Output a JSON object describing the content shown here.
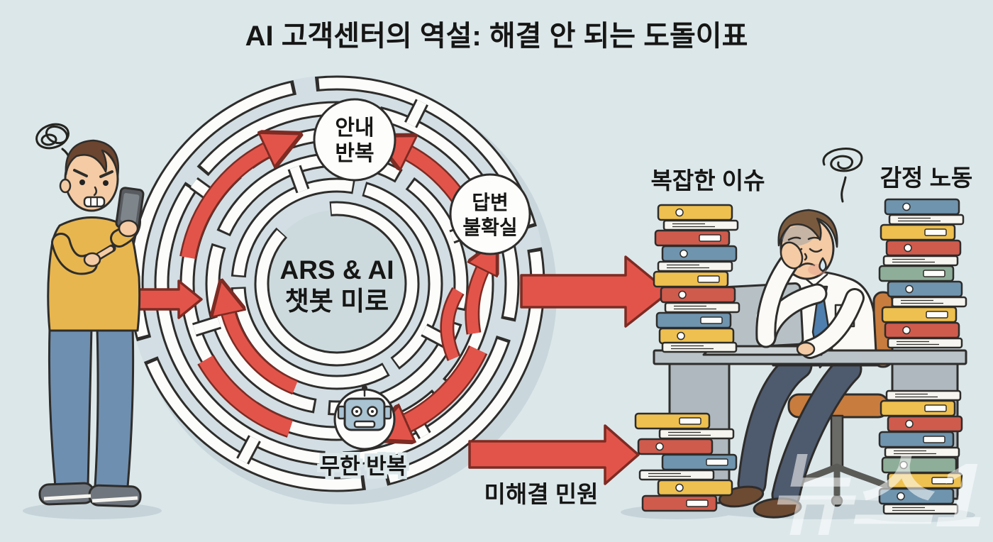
{
  "title": "AI 고객센터의 역설: 해결 안 되는 도돌이표",
  "maze": {
    "center_line1": "ARS & AI",
    "center_line2": "챗봇 미로",
    "node_top_line1": "안내",
    "node_top_line2": "반복",
    "node_right_line1": "답변",
    "node_right_line2": "불확실",
    "node_bottom_label": "무한 반복"
  },
  "flow": {
    "unresolved_label": "미해결 민원"
  },
  "agent_scene": {
    "left_stack_label": "복잡한 이슈",
    "right_stack_label": "감정 노동"
  },
  "watermark": "뉴스1",
  "colors": {
    "background": "#dce7ea",
    "arrow_red": "#e2544a",
    "arrow_outline": "#7d2b23",
    "maze_wall": "#fcfcfa",
    "maze_disc": "#d2dee3",
    "center_disc": "#ccd9dd",
    "line_dark": "#2e2d2b",
    "sweater_yellow": "#e8b64f",
    "jeans_blue": "#6f8fb0",
    "tie_blue": "#4e7fae",
    "chair_orange": "#c87c3e",
    "robot_blue": "#a9c3d3",
    "desk_gray": "#b9c3c8"
  }
}
